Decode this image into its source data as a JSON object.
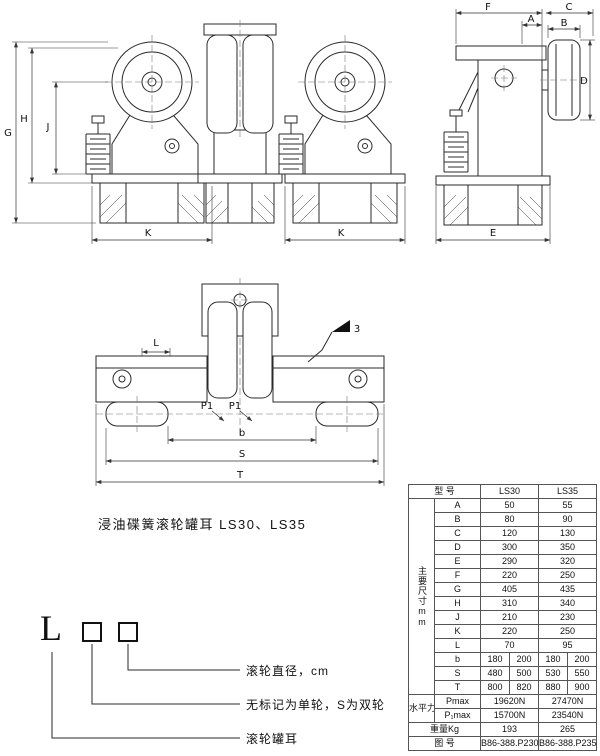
{
  "caption": "浸油碟簧滚轮罐耳 LS30、LS35",
  "dims": {
    "G": "G",
    "H": "H",
    "J": "J",
    "K1": "K",
    "K2": "K",
    "F": "F",
    "A": "A",
    "C": "C",
    "B": "B",
    "D": "D",
    "E": "E",
    "L": "L",
    "P1_left": "P1",
    "P1_right": "P1",
    "b": "b",
    "S": "S",
    "T": "T",
    "roughness": "3"
  },
  "model_code": {
    "prefix": "L",
    "labels": {
      "diameter": "滚轮直径，cm",
      "wheel_type": "无标记为单轮，S为双轮",
      "name": "滚轮罐耳"
    }
  },
  "table": {
    "header": {
      "model": "型 号",
      "ls30": "LS30",
      "ls35": "LS35"
    },
    "group_label": "主要尺寸mm",
    "rows": [
      {
        "p": "A",
        "v30": "50",
        "v35": "55"
      },
      {
        "p": "B",
        "v30": "80",
        "v35": "90"
      },
      {
        "p": "C",
        "v30": "120",
        "v35": "130"
      },
      {
        "p": "D",
        "v30": "300",
        "v35": "350"
      },
      {
        "p": "E",
        "v30": "290",
        "v35": "320"
      },
      {
        "p": "F",
        "v30": "220",
        "v35": "250"
      },
      {
        "p": "G",
        "v30": "405",
        "v35": "435"
      },
      {
        "p": "H",
        "v30": "310",
        "v35": "340"
      },
      {
        "p": "J",
        "v30": "210",
        "v35": "230"
      },
      {
        "p": "K",
        "v30": "220",
        "v35": "250"
      },
      {
        "p": "L",
        "v30": "70",
        "v35": "95"
      }
    ],
    "split_rows": [
      {
        "p": "b",
        "v30a": "180",
        "v30b": "200",
        "v35a": "180",
        "v35b": "200"
      },
      {
        "p": "S",
        "v30a": "480",
        "v30b": "500",
        "v35a": "530",
        "v35b": "550"
      },
      {
        "p": "T",
        "v30a": "800",
        "v30b": "820",
        "v35a": "880",
        "v35b": "900"
      }
    ],
    "force_label": "水平力",
    "force_rows": [
      {
        "p": "Pmax",
        "v30": "19620N",
        "v35": "27470N"
      },
      {
        "p": "P₁max",
        "v30": "15700N",
        "v35": "23540N"
      }
    ],
    "weight": {
      "p": "重量Kg",
      "v30": "193",
      "v35": "265"
    },
    "drawing_no": {
      "p": "图 号",
      "v30": "B86-388.P230",
      "v35": "B86-388.P235"
    }
  }
}
